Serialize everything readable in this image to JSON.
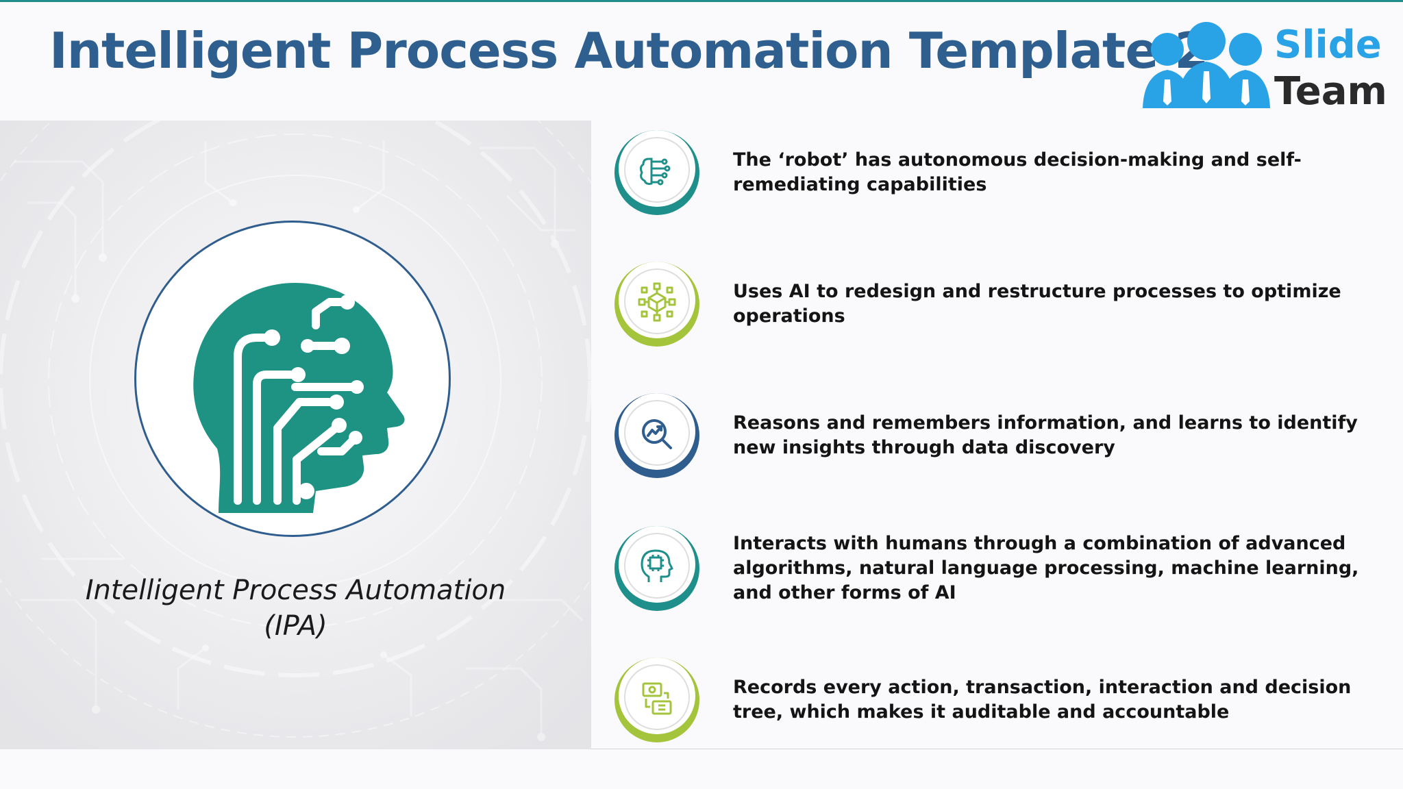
{
  "title": "Intelligent Process Automation Template 2",
  "logo": {
    "word1": "Slide",
    "word2": "Team"
  },
  "hero": {
    "caption_line1": "Intelligent Process Automation",
    "caption_line2": "(IPA)"
  },
  "features": [
    {
      "icon": "brain-circuit-icon",
      "ring_color": "#1e8f8a",
      "text": "The ‘robot’ has autonomous decision-making and self-remediating capabilities"
    },
    {
      "icon": "network-cube-icon",
      "ring_color": "#a4c43c",
      "text": "Uses AI to redesign and restructure processes to optimize operations"
    },
    {
      "icon": "analytics-search-icon",
      "ring_color": "#2f5d8e",
      "text": "Reasons and remembers information, and learns to identify new insights through data discovery"
    },
    {
      "icon": "ai-head-chip-icon",
      "ring_color": "#1e8f8a",
      "text": "Interacts with humans through a combination of advanced algorithms, natural language processing, machine learning, and other forms of AI"
    },
    {
      "icon": "record-transaction-icon",
      "ring_color": "#a4c43c",
      "text": "Records every action, transaction, interaction and decision tree, which makes it auditable and accountable"
    }
  ],
  "colors": {
    "title": "#2f5f8f",
    "teal": "#1e8f8a",
    "green": "#a4c43c",
    "navy": "#2f5d8e",
    "logo_blue": "#29a3e6"
  }
}
